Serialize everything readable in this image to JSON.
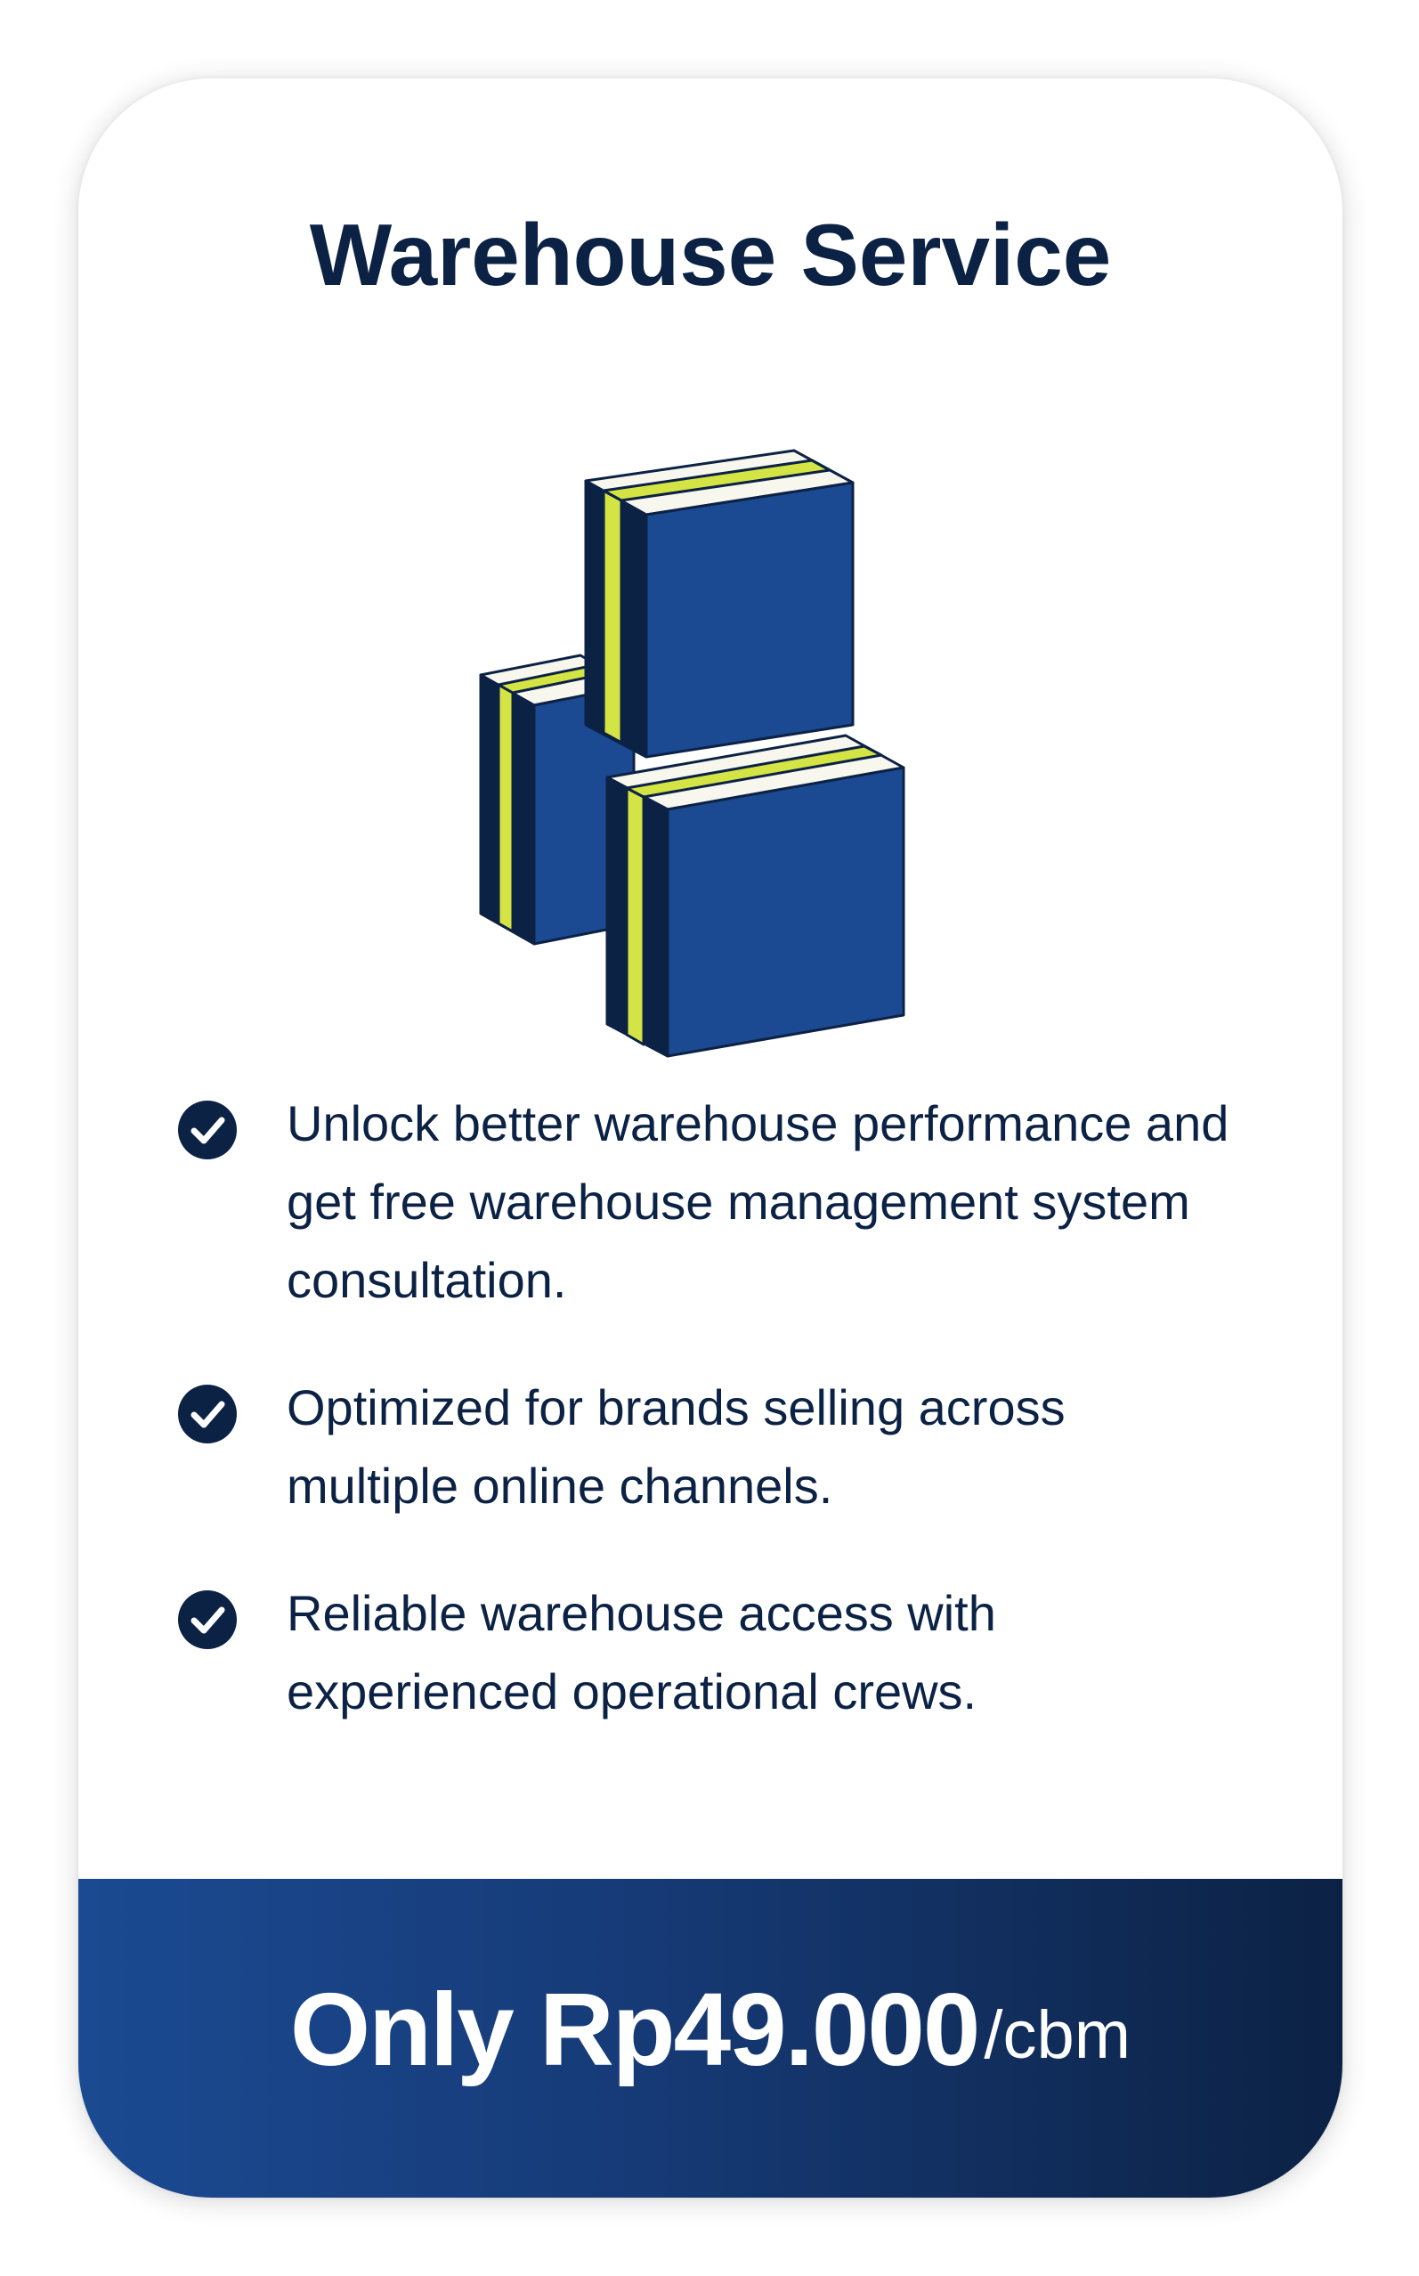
{
  "card": {
    "title": "Warehouse Service",
    "illustration": {
      "icon": "stacked-boxes-icon",
      "colors": {
        "box_front": "#1b4a92",
        "box_side": "#0c2245",
        "box_top": "#f8f7ee",
        "tape": "#d4e445"
      }
    },
    "features": [
      {
        "icon": "check-circle-icon",
        "text": "Unlock better warehouse performance and get free warehouse management system consultation."
      },
      {
        "icon": "check-circle-icon",
        "text": "Optimized for brands selling across multiple online channels."
      },
      {
        "icon": "check-circle-icon",
        "text": "Reliable warehouse access with experienced operational crews."
      }
    ],
    "price": {
      "label": "Only Rp49.000",
      "unit": "/cbm"
    }
  },
  "colors": {
    "primary": "#0c2245",
    "accent": "#1b4a92",
    "tape": "#d4e445",
    "background": "#ffffff"
  }
}
